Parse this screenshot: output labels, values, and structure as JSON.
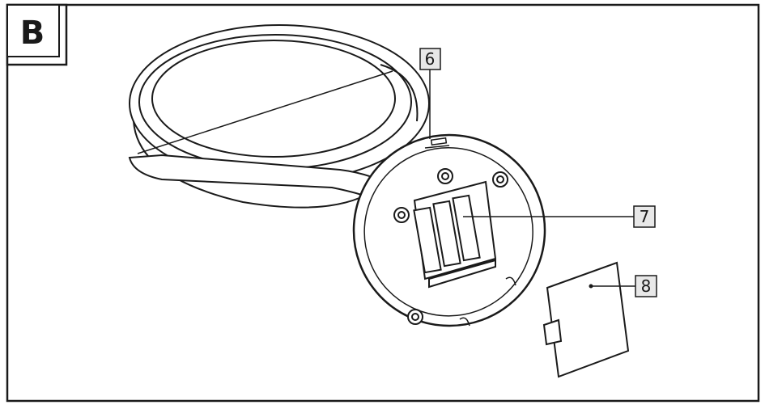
{
  "figure": {
    "section_label": "B",
    "callouts": [
      {
        "label": "6",
        "target": "switch-and-marking"
      },
      {
        "label": "7",
        "target": "battery-compartment"
      },
      {
        "label": "8",
        "target": "battery-cover"
      }
    ],
    "colors": {
      "line": "#1a1a1a",
      "background": "#ffffff",
      "callout_fill": "#e8e8e8"
    }
  }
}
